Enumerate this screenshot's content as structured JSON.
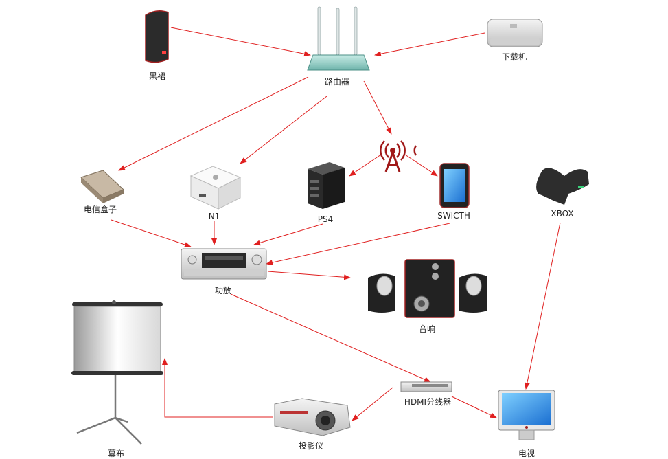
{
  "colors": {
    "edge": "#e02020",
    "label": "#222222"
  },
  "nodes": {
    "black_nas": {
      "label": "黑裙",
      "icon": "nas-tower-icon"
    },
    "router": {
      "label": "路由器",
      "icon": "wifi-router-icon"
    },
    "download_pc": {
      "label": "下载机",
      "icon": "mac-mini-icon"
    },
    "telecom_box": {
      "label": "电信盒子",
      "icon": "set-top-box-icon"
    },
    "n1": {
      "label": "N1",
      "icon": "airport-express-icon"
    },
    "ps4": {
      "label": "PS4",
      "icon": "game-console-icon"
    },
    "wifi": {
      "label": "",
      "icon": "wireless-signal-icon"
    },
    "switch": {
      "label": "SWICTH",
      "icon": "handheld-console-icon"
    },
    "xbox": {
      "label": "XBOX",
      "icon": "xbox-controller-icon"
    },
    "amplifier": {
      "label": "功放",
      "icon": "av-receiver-icon"
    },
    "speakers": {
      "label": "音响",
      "icon": "speaker-set-icon"
    },
    "screen": {
      "label": "幕布",
      "icon": "projection-screen-icon"
    },
    "hdmi": {
      "label": "HDMI分线器",
      "icon": "hdmi-splitter-icon"
    },
    "projector": {
      "label": "投影仪",
      "icon": "projector-icon"
    },
    "tv": {
      "label": "电视",
      "icon": "monitor-icon"
    }
  },
  "edges": [
    {
      "from": "black_nas",
      "to": "router"
    },
    {
      "from": "download_pc",
      "to": "router"
    },
    {
      "from": "router",
      "to": "telecom_box"
    },
    {
      "from": "router",
      "to": "n1"
    },
    {
      "from": "router",
      "to": "wifi"
    },
    {
      "from": "wifi",
      "to": "ps4"
    },
    {
      "from": "wifi",
      "to": "switch"
    },
    {
      "from": "telecom_box",
      "to": "amplifier"
    },
    {
      "from": "n1",
      "to": "amplifier"
    },
    {
      "from": "ps4",
      "to": "amplifier"
    },
    {
      "from": "switch",
      "to": "amplifier"
    },
    {
      "from": "amplifier",
      "to": "speakers"
    },
    {
      "from": "amplifier",
      "to": "hdmi"
    },
    {
      "from": "hdmi",
      "to": "projector"
    },
    {
      "from": "hdmi",
      "to": "tv"
    },
    {
      "from": "xbox",
      "to": "tv"
    },
    {
      "from": "projector",
      "to": "screen"
    }
  ]
}
